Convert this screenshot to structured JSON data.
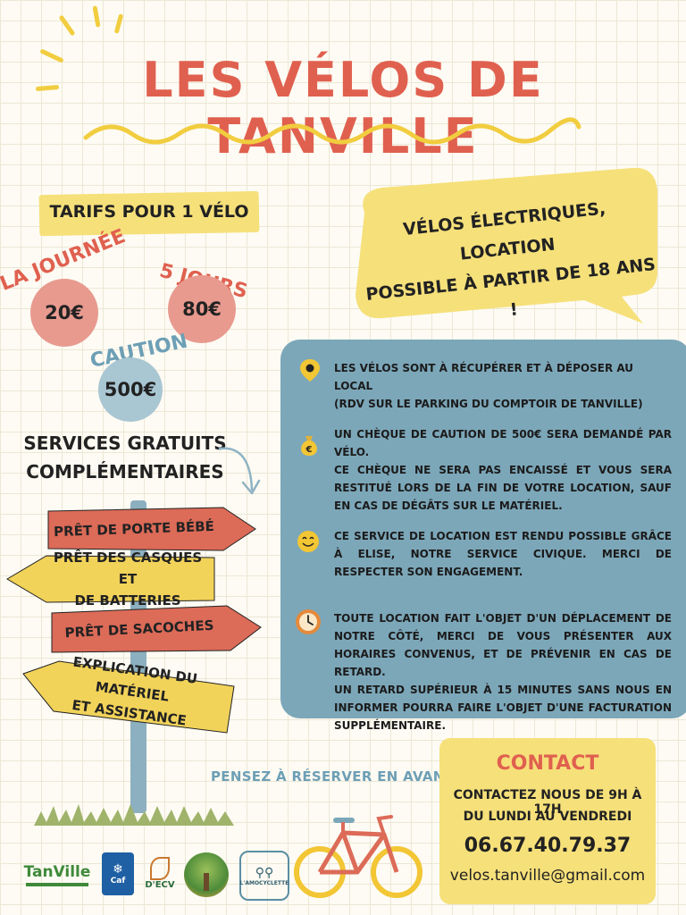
{
  "title": "LES VÉLOS DE TANVILLE",
  "tarifs": {
    "heading": "TARIFS POUR 1 VÉLO",
    "day_label": "LA JOURNÉE",
    "day_price": "20€",
    "five_days_label": "5 JOURS",
    "five_days_price": "80€",
    "deposit_label": "CAUTION",
    "deposit_price": "500€"
  },
  "bubble": {
    "line1": "VÉLOS ÉLECTRIQUES, LOCATION",
    "line2": "POSSIBLE À PARTIR DE 18 ANS !"
  },
  "services": {
    "line1": "SERVICES GRATUITS",
    "line2": "COMPLÉMENTAIRES",
    "signs": [
      {
        "line1": "PRÊT DE PORTE BÉBÉ",
        "line2": ""
      },
      {
        "line1": "PRÊT DES CASQUES ET",
        "line2": "DE BATTERIES"
      },
      {
        "line1": "PRÊT DE SACOCHES",
        "line2": ""
      },
      {
        "line1": "EXPLICATION DU MATÉRIEL",
        "line2": "ET ASSISTANCE"
      }
    ]
  },
  "info": [
    {
      "icon": "location-pin-icon",
      "lines": [
        "LES VÉLOS SONT À RÉCUPÉRER ET À DÉPOSER AU LOCAL",
        "(RDV SUR LE PARKING DU COMPTOIR DE TANVILLE)"
      ]
    },
    {
      "icon": "money-bag-icon",
      "lines": [
        "UN CHÈQUE DE CAUTION DE 500€ SERA DEMANDÉ PAR VÉLO.",
        "CE CHÈQUE NE SERA PAS ENCAISSÉ ET VOUS SERA RESTITUÉ LORS DE LA FIN DE VOTRE LOCATION, SAUF EN CAS DE DÉGÂTS SUR LE MATÉRIEL."
      ]
    },
    {
      "icon": "smiley-icon",
      "lines": [
        "CE SERVICE DE LOCATION EST RENDU POSSIBLE GRÂCE À ELISE, NOTRE SERVICE CIVIQUE. MERCI DE RESPECTER SON ENGAGEMENT."
      ]
    },
    {
      "icon": "clock-icon",
      "lines": [
        "TOUTE LOCATION FAIT L'OBJET D'UN DÉPLACEMENT DE NOTRE CÔTÉ, MERCI DE VOUS PRÉSENTER AUX HORAIRES CONVENUS, ET DE PRÉVENIR EN CAS DE RETARD.",
        "UN RETARD SUPÉRIEUR À 15 MINUTES SANS NOUS EN INFORMER POURRA FAIRE L'OBJET D'UNE FACTURATION SUPPLÉMENTAIRE."
      ]
    }
  ],
  "reserve": "PENSEZ À RÉSERVER EN AVANCE",
  "contact": {
    "title": "CONTACT",
    "hours1": "CONTACTEZ NOUS DE 9H À 17H",
    "hours2": "DU LUNDI AU VENDREDI",
    "phone": "06.67.40.79.37",
    "email": "velos.tanville@gmail.com"
  },
  "logos": {
    "tanville": "TanVille",
    "caf": "Caf",
    "decv": "D'ECV",
    "lamocyclette": "L'AMOCYCLETTE"
  },
  "colors": {
    "coral": "#e0604f",
    "yellow": "#f6e07a",
    "blue_panel": "#7ca7b9",
    "pink_circle": "#e89a8f",
    "blue_circle": "#a9c6d3"
  }
}
